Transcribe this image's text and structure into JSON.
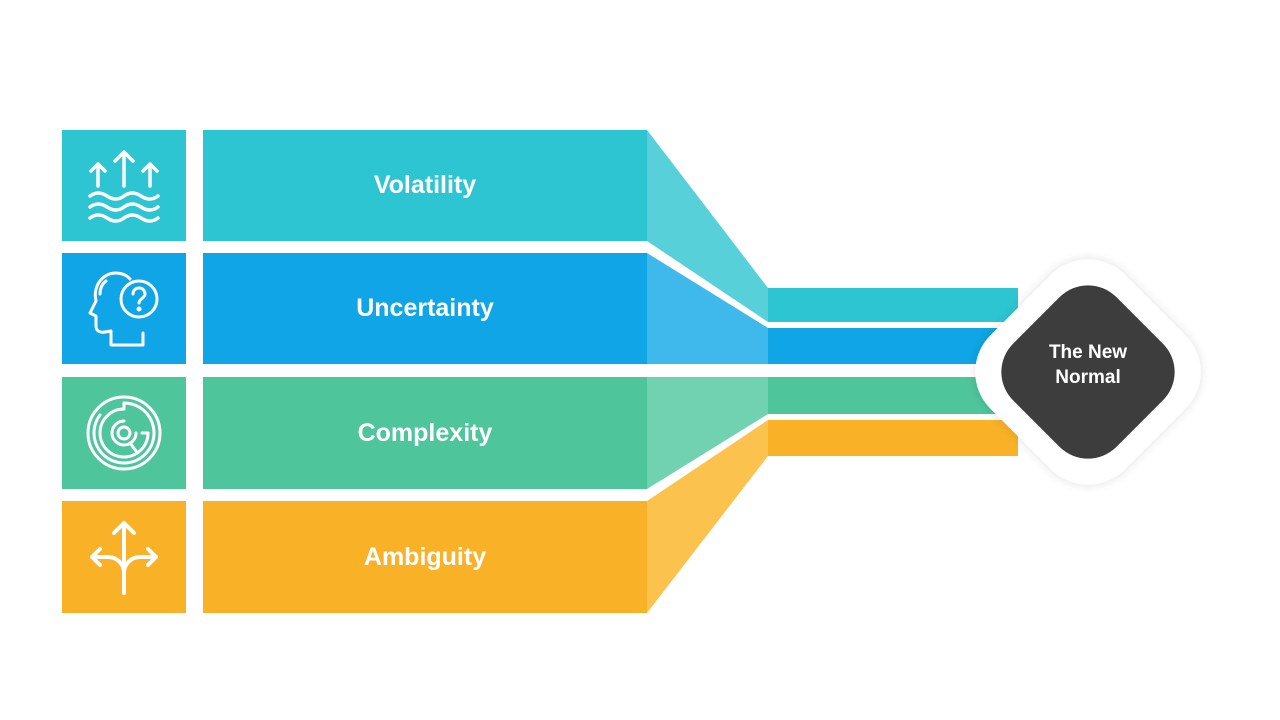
{
  "items": [
    {
      "label": "Volatility",
      "icon": "rising-waves-icon",
      "color": "#2ec5d3",
      "light": "#58d0da"
    },
    {
      "label": "Uncertainty",
      "icon": "head-question-icon",
      "color": "#0fa5e6",
      "light": "#3fb8ec"
    },
    {
      "label": "Complexity",
      "icon": "maze-icon",
      "color": "#4fc59c",
      "light": "#70d2b0"
    },
    {
      "label": "Ambiguity",
      "icon": "split-arrows-icon",
      "color": "#f9b128",
      "light": "#fbc24e"
    }
  ],
  "center": {
    "line1": "The New",
    "line2": "Normal",
    "color": "#3d3d3d"
  }
}
